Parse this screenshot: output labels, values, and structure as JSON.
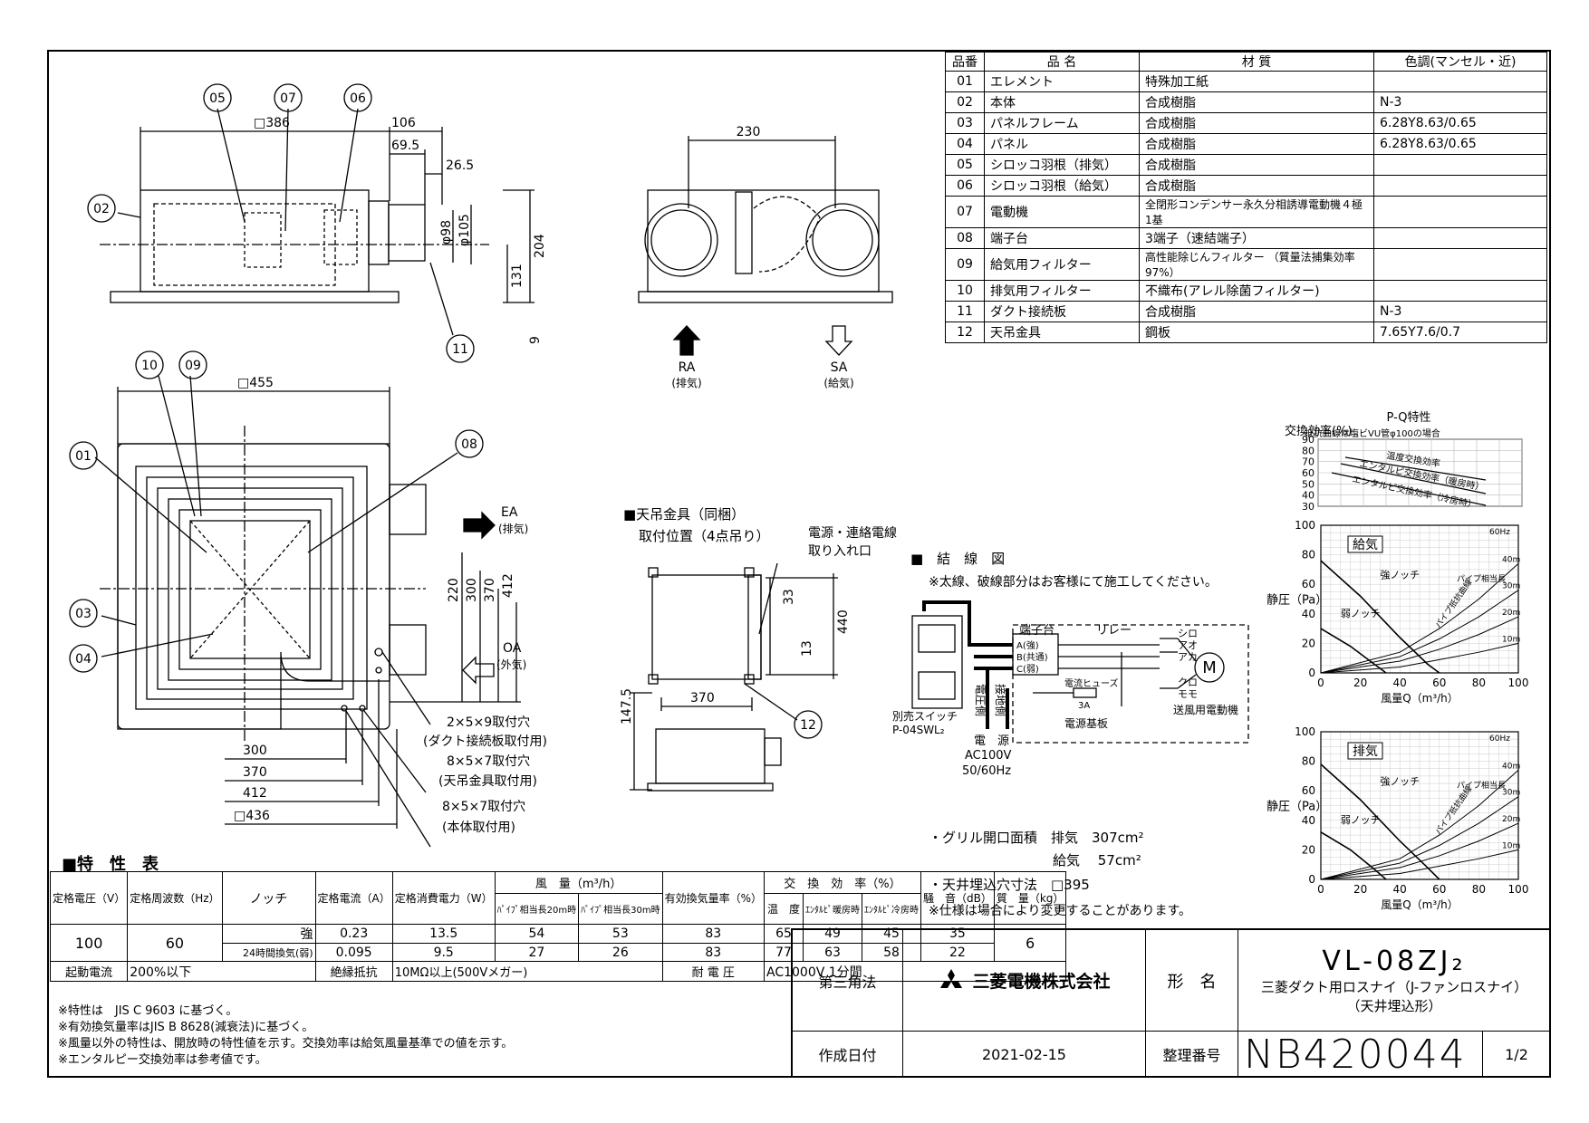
{
  "parts_table": {
    "headers": [
      "品番",
      "品 名",
      "材 質",
      "色調(マンセル・近)"
    ],
    "rows": [
      {
        "no": "01",
        "name": "エレメント",
        "material": "特殊加工紙",
        "color": ""
      },
      {
        "no": "02",
        "name": "本体",
        "material": "合成樹脂",
        "color": "N-3"
      },
      {
        "no": "03",
        "name": "パネルフレーム",
        "material": "合成樹脂",
        "color": "6.28Y8.63/0.65"
      },
      {
        "no": "04",
        "name": "パネル",
        "material": "合成樹脂",
        "color": "6.28Y8.63/0.65"
      },
      {
        "no": "05",
        "name": "シロッコ羽根（排気）",
        "material": "合成樹脂",
        "color": ""
      },
      {
        "no": "06",
        "name": "シロッコ羽根（給気）",
        "material": "合成樹脂",
        "color": ""
      },
      {
        "no": "07",
        "name": "電動機",
        "material": "全閉形コンデンサー永久分相誘導電動機４極 1基",
        "color": ""
      },
      {
        "no": "08",
        "name": "端子台",
        "material": "3端子（速結端子）",
        "color": ""
      },
      {
        "no": "09",
        "name": "給気用フィルター",
        "material": "高性能除じんフィルター （質量法捕集効率97%）",
        "color": ""
      },
      {
        "no": "10",
        "name": "排気用フィルター",
        "material": "不織布(アレル除菌フィルター)",
        "color": ""
      },
      {
        "no": "11",
        "name": "ダクト接続板",
        "material": "合成樹脂",
        "color": "N-3"
      },
      {
        "no": "12",
        "name": "天吊金具",
        "material": "鋼板",
        "color": "7.65Y7.6/0.7"
      }
    ]
  },
  "drawing_top": {
    "labels": [
      "05",
      "07",
      "06",
      "02",
      "11"
    ],
    "dims": [
      "□386",
      "106",
      "69.5",
      "26.5",
      "φ98",
      "φ105",
      "204",
      "131",
      "9"
    ]
  },
  "drawing_side": {
    "dims": [
      "230"
    ],
    "ra": "RA",
    "ra_sub": "(排気)",
    "sa": "SA",
    "sa_sub": "(給気)"
  },
  "drawing_plan": {
    "labels": [
      "10",
      "09",
      "01",
      "08",
      "03",
      "04"
    ],
    "dims": [
      "□455",
      "220",
      "300",
      "370",
      "412",
      "300",
      "370",
      "412",
      "□436"
    ],
    "ea": "EA",
    "ea_sub": "(排気)",
    "oa": "OA",
    "oa_sub": "(外気)",
    "hole1": "2×5×9取付穴",
    "hole1_sub": "(ダクト接続板取付用)",
    "hole2": "8×5×7取付穴",
    "hole2_sub": "(天吊金具取付用)",
    "hole3": "8×5×7取付穴",
    "hole3_sub": "(本体取付用)"
  },
  "hanger": {
    "title": "■天吊金具（同梱）",
    "title2": "取付位置（4点吊り）",
    "cable": "電源・連絡電線",
    "cable2": "取り入れ口",
    "dims": [
      "33",
      "440",
      "13",
      "370",
      "147.5"
    ],
    "label": "12"
  },
  "wiring": {
    "title": "■　結　線　図",
    "note": "※太線、破線部分はお客様にて施工してください。",
    "terminal": "端子台",
    "relay": "リレー",
    "wires": [
      "シロ",
      "アオ",
      "アカ",
      "クロ",
      "モモ"
    ],
    "terms": [
      "A(強)",
      "B(共通)",
      "C(弱)"
    ],
    "fuse": "電流ヒューズ",
    "fuse_amp": "3A",
    "board": "電源基板",
    "motor": "送風用電動機",
    "motor_symbol": "M",
    "switch": "別売スイッチ",
    "switch_model": "P-04SWL₂",
    "power": "電　源",
    "power_v": "AC100V",
    "power_hz": "50/60Hz",
    "pressure_side": "電圧側",
    "ground_side": "接地側"
  },
  "grille_notes": {
    "line1": "・グリル開口面積　排気　307cm²",
    "line2": "給気　 57cm²",
    "line3": "・天井埋込穴寸法　□395",
    "line4": "※仕様は場合により変更することがあります。"
  },
  "pq_title": "P-Q特性",
  "pq_subtitle": "抵抗曲線は塩ビVU管φ100の場合",
  "efficiency_chart": {
    "ylabel": "交換効率(%)",
    "yticks": [
      "90",
      "80",
      "70",
      "60",
      "50",
      "40",
      "30"
    ],
    "curves": [
      "温度交換効率",
      "エンタルピ交換効率（暖房時）",
      "エンタルピ交換効率（冷房時）"
    ]
  },
  "chart_data": [
    {
      "type": "line",
      "title": "給気",
      "legend": "60Hz",
      "xlabel": "風量Q（m³/h）",
      "ylabel": "静圧（Pa）",
      "xlim": [
        0,
        100
      ],
      "ylim": [
        0,
        100
      ],
      "xticks": [
        "0",
        "20",
        "40",
        "60",
        "80",
        "100"
      ],
      "yticks": [
        "0",
        "20",
        "40",
        "60",
        "80",
        "100"
      ],
      "series": [
        {
          "name": "強ノッチ",
          "x": [
            0,
            20,
            40,
            54,
            60
          ],
          "y": [
            76,
            52,
            24,
            6,
            0
          ]
        },
        {
          "name": "弱ノッチ",
          "x": [
            0,
            15,
            27,
            33
          ],
          "y": [
            30,
            18,
            6,
            0
          ]
        }
      ],
      "resistance_curves": [
        {
          "name": "40m",
          "x": [
            0,
            40,
            60,
            80,
            100
          ],
          "y": [
            0,
            14,
            30,
            50,
            74
          ]
        },
        {
          "name": "30m",
          "x": [
            0,
            40,
            60,
            80,
            100
          ],
          "y": [
            0,
            11,
            23,
            38,
            56
          ]
        },
        {
          "name": "20m",
          "x": [
            0,
            40,
            60,
            80,
            100
          ],
          "y": [
            0,
            8,
            16,
            26,
            38
          ]
        },
        {
          "name": "10m",
          "x": [
            0,
            40,
            60,
            80,
            100
          ],
          "y": [
            0,
            4,
            9,
            14,
            20
          ]
        }
      ],
      "notes": [
        "パイプ相当長",
        "パイプ抵抗曲線"
      ]
    },
    {
      "type": "line",
      "title": "排気",
      "legend": "60Hz",
      "xlabel": "風量Q（m³/h）",
      "ylabel": "静圧（Pa）",
      "xlim": [
        0,
        100
      ],
      "ylim": [
        0,
        100
      ],
      "xticks": [
        "0",
        "20",
        "40",
        "60",
        "80",
        "100"
      ],
      "yticks": [
        "0",
        "20",
        "40",
        "60",
        "80",
        "100"
      ],
      "series": [
        {
          "name": "強ノッチ",
          "x": [
            0,
            20,
            40,
            54,
            60
          ],
          "y": [
            78,
            54,
            26,
            8,
            0
          ]
        },
        {
          "name": "弱ノッチ",
          "x": [
            0,
            15,
            27,
            33
          ],
          "y": [
            32,
            20,
            7,
            0
          ]
        }
      ],
      "resistance_curves": [
        {
          "name": "40m",
          "x": [
            0,
            40,
            60,
            80,
            100
          ],
          "y": [
            0,
            14,
            30,
            50,
            74
          ]
        },
        {
          "name": "30m",
          "x": [
            0,
            40,
            60,
            80,
            100
          ],
          "y": [
            0,
            11,
            23,
            38,
            56
          ]
        },
        {
          "name": "20m",
          "x": [
            0,
            40,
            60,
            80,
            100
          ],
          "y": [
            0,
            8,
            16,
            26,
            38
          ]
        },
        {
          "name": "10m",
          "x": [
            0,
            40,
            60,
            80,
            100
          ],
          "y": [
            0,
            4,
            9,
            14,
            20
          ]
        }
      ],
      "notes": [
        "パイプ相当長",
        "パイプ抵抗曲線"
      ]
    }
  ],
  "spec_table": {
    "title": "■特　性　表",
    "h_voltage": "定格電圧（V）",
    "h_freq": "定格周波数（Hz）",
    "h_notch": "ノッチ",
    "h_current": "定格電流（A）",
    "h_power": "定格消費電力（W）",
    "h_flow": "風　量（m³/h）",
    "h_flow20": "ﾊﾟｲﾌﾟ相当長20m時",
    "h_flow30": "ﾊﾟｲﾌﾟ相当長30m時",
    "h_vent": "有効換気量率（%）",
    "h_eff": "交　換　効　率（%）",
    "h_temp": "温　度",
    "h_ent_h": "ｴﾝﾀﾙﾋﾟ暖房時",
    "h_ent_c": "ｴﾝﾀﾙﾋﾟ冷房時",
    "h_noise": "騒　音（dB）",
    "h_mass": "質　量（kg）",
    "voltage": "100",
    "freq": "60",
    "mass": "6",
    "rows": [
      {
        "notch": "強",
        "current": "0.23",
        "power": "13.5",
        "flow20": "54",
        "flow30": "53",
        "vent": "83",
        "temp": "65",
        "ent_h": "49",
        "ent_c": "45",
        "noise": "35"
      },
      {
        "notch": "24時間換気(弱)",
        "current": "0.095",
        "power": "9.5",
        "flow20": "27",
        "flow30": "26",
        "vent": "83",
        "temp": "77",
        "ent_h": "63",
        "ent_c": "58",
        "noise": "22"
      }
    ],
    "start_label": "起動電流",
    "start_value": "200%以下",
    "insul_label": "絶縁抵抗",
    "insul_value": "10MΩ以上(500Vメガー)",
    "withstand_label": "耐 電 圧",
    "withstand_value": "AC1000V 1分間"
  },
  "footnotes": [
    "※特性は　JIS C 9603 に基づく。",
    "※有効換気量率はJIS B 8628(減衰法)に基づく。",
    "※風量以外の特性は、開放時の特性値を示す。交換効率は給気風量基準での値を示す。",
    "※エンタルピー交換効率は参考値です。"
  ],
  "title_block": {
    "projection": "第三角法",
    "company": "三菱電機株式会社",
    "model_label": "形　名",
    "model": "VL-08ZJ₂",
    "product1": "三菱ダクト用ロスナイ（J-ファンロスナイ）",
    "product2": "（天井埋込形）",
    "date_label": "作成日付",
    "date": "2021-02-15",
    "docno_label": "整理番号",
    "docno": "NB420044",
    "page": "1/2"
  }
}
